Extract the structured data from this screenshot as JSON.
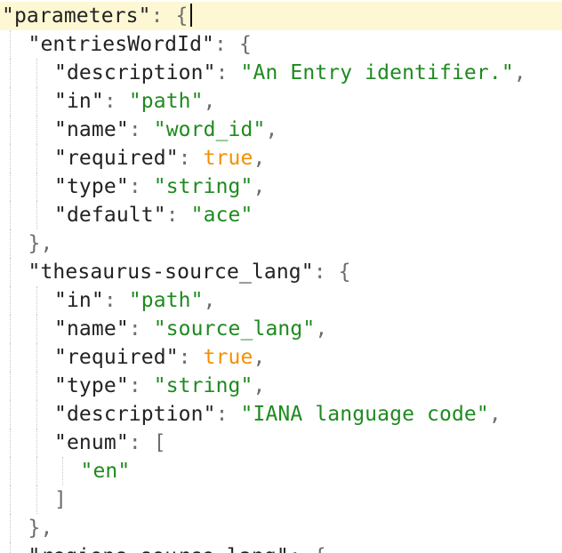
{
  "lines": [
    {
      "depth": 0,
      "tokens": [
        {
          "t": "\"parameters\"",
          "c": "k"
        },
        {
          "t": ": {",
          "c": "p"
        }
      ],
      "cursor": true
    },
    {
      "depth": 1,
      "tokens": [
        {
          "t": "\"entriesWordId\"",
          "c": "k"
        },
        {
          "t": ": {",
          "c": "p"
        }
      ]
    },
    {
      "depth": 2,
      "tokens": [
        {
          "t": "\"description\"",
          "c": "k"
        },
        {
          "t": ": ",
          "c": "p"
        },
        {
          "t": "\"An Entry identifier.\"",
          "c": "s"
        },
        {
          "t": ",",
          "c": "p"
        }
      ]
    },
    {
      "depth": 2,
      "tokens": [
        {
          "t": "\"in\"",
          "c": "k"
        },
        {
          "t": ": ",
          "c": "p"
        },
        {
          "t": "\"path\"",
          "c": "s"
        },
        {
          "t": ",",
          "c": "p"
        }
      ]
    },
    {
      "depth": 2,
      "tokens": [
        {
          "t": "\"name\"",
          "c": "k"
        },
        {
          "t": ": ",
          "c": "p"
        },
        {
          "t": "\"word_id\"",
          "c": "s"
        },
        {
          "t": ",",
          "c": "p"
        }
      ]
    },
    {
      "depth": 2,
      "tokens": [
        {
          "t": "\"required\"",
          "c": "k"
        },
        {
          "t": ": ",
          "c": "p"
        },
        {
          "t": "true",
          "c": "b"
        },
        {
          "t": ",",
          "c": "p"
        }
      ]
    },
    {
      "depth": 2,
      "tokens": [
        {
          "t": "\"type\"",
          "c": "k"
        },
        {
          "t": ": ",
          "c": "p"
        },
        {
          "t": "\"string\"",
          "c": "s"
        },
        {
          "t": ",",
          "c": "p"
        }
      ]
    },
    {
      "depth": 2,
      "tokens": [
        {
          "t": "\"default\"",
          "c": "k"
        },
        {
          "t": ": ",
          "c": "p"
        },
        {
          "t": "\"ace\"",
          "c": "s"
        }
      ]
    },
    {
      "depth": 1,
      "tokens": [
        {
          "t": "},",
          "c": "p"
        }
      ]
    },
    {
      "depth": 1,
      "tokens": [
        {
          "t": "\"thesaurus-source_lang\"",
          "c": "k"
        },
        {
          "t": ": {",
          "c": "p"
        }
      ]
    },
    {
      "depth": 2,
      "tokens": [
        {
          "t": "\"in\"",
          "c": "k"
        },
        {
          "t": ": ",
          "c": "p"
        },
        {
          "t": "\"path\"",
          "c": "s"
        },
        {
          "t": ",",
          "c": "p"
        }
      ]
    },
    {
      "depth": 2,
      "tokens": [
        {
          "t": "\"name\"",
          "c": "k"
        },
        {
          "t": ": ",
          "c": "p"
        },
        {
          "t": "\"source_lang\"",
          "c": "s"
        },
        {
          "t": ",",
          "c": "p"
        }
      ]
    },
    {
      "depth": 2,
      "tokens": [
        {
          "t": "\"required\"",
          "c": "k"
        },
        {
          "t": ": ",
          "c": "p"
        },
        {
          "t": "true",
          "c": "b"
        },
        {
          "t": ",",
          "c": "p"
        }
      ]
    },
    {
      "depth": 2,
      "tokens": [
        {
          "t": "\"type\"",
          "c": "k"
        },
        {
          "t": ": ",
          "c": "p"
        },
        {
          "t": "\"string\"",
          "c": "s"
        },
        {
          "t": ",",
          "c": "p"
        }
      ]
    },
    {
      "depth": 2,
      "tokens": [
        {
          "t": "\"description\"",
          "c": "k"
        },
        {
          "t": ": ",
          "c": "p"
        },
        {
          "t": "\"IANA language code\"",
          "c": "s"
        },
        {
          "t": ",",
          "c": "p"
        }
      ]
    },
    {
      "depth": 2,
      "tokens": [
        {
          "t": "\"enum\"",
          "c": "k"
        },
        {
          "t": ": [",
          "c": "p"
        }
      ]
    },
    {
      "depth": 3,
      "tokens": [
        {
          "t": "\"en\"",
          "c": "s"
        }
      ]
    },
    {
      "depth": 2,
      "tokens": [
        {
          "t": "]",
          "c": "p"
        }
      ]
    },
    {
      "depth": 1,
      "tokens": [
        {
          "t": "},",
          "c": "p"
        }
      ]
    },
    {
      "depth": 1,
      "tokens": [
        {
          "t": "\"regions-source_lang\"",
          "c": "k"
        },
        {
          "t": ": {",
          "c": "p"
        }
      ]
    }
  ],
  "colors": {
    "key": "#222222",
    "punctuation": "#6d6d6d",
    "string": "#1f8a1f",
    "boolean": "#f29000",
    "active_line": "#fdf8d3"
  }
}
